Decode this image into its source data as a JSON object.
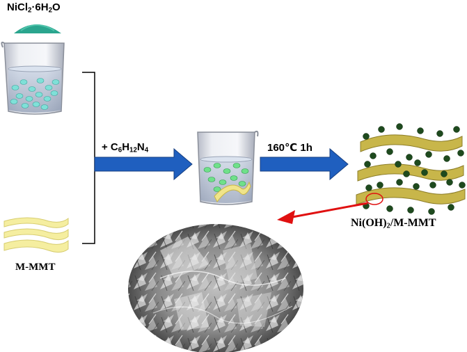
{
  "reagent_top": {
    "base": "NiCl",
    "sub": "2",
    "mid": "·6H",
    "sub2": "2",
    "tail": "O"
  },
  "reagent_bottom": {
    "label": "M-MMT"
  },
  "step1": {
    "prefix": "+ C",
    "s1": "6",
    "h": "H",
    "s2": "12",
    "n": "N",
    "s3": "4"
  },
  "step2": {
    "label": "160℃  1h"
  },
  "product": {
    "base": "Ni(OH)",
    "sub": "2",
    "tail": "/M-MMT"
  },
  "colors": {
    "arrow_blue": "#1f5fbf",
    "pointer_red": "#e01010",
    "powder_teal": "#2aa58e",
    "sphere_teal": "#7fe0d8",
    "sphere_green": "#6fe08a",
    "ni_sphere": "#1e4a1e",
    "clay_yellow": "#f5eea0",
    "clay_gold": "#c8b64a"
  }
}
